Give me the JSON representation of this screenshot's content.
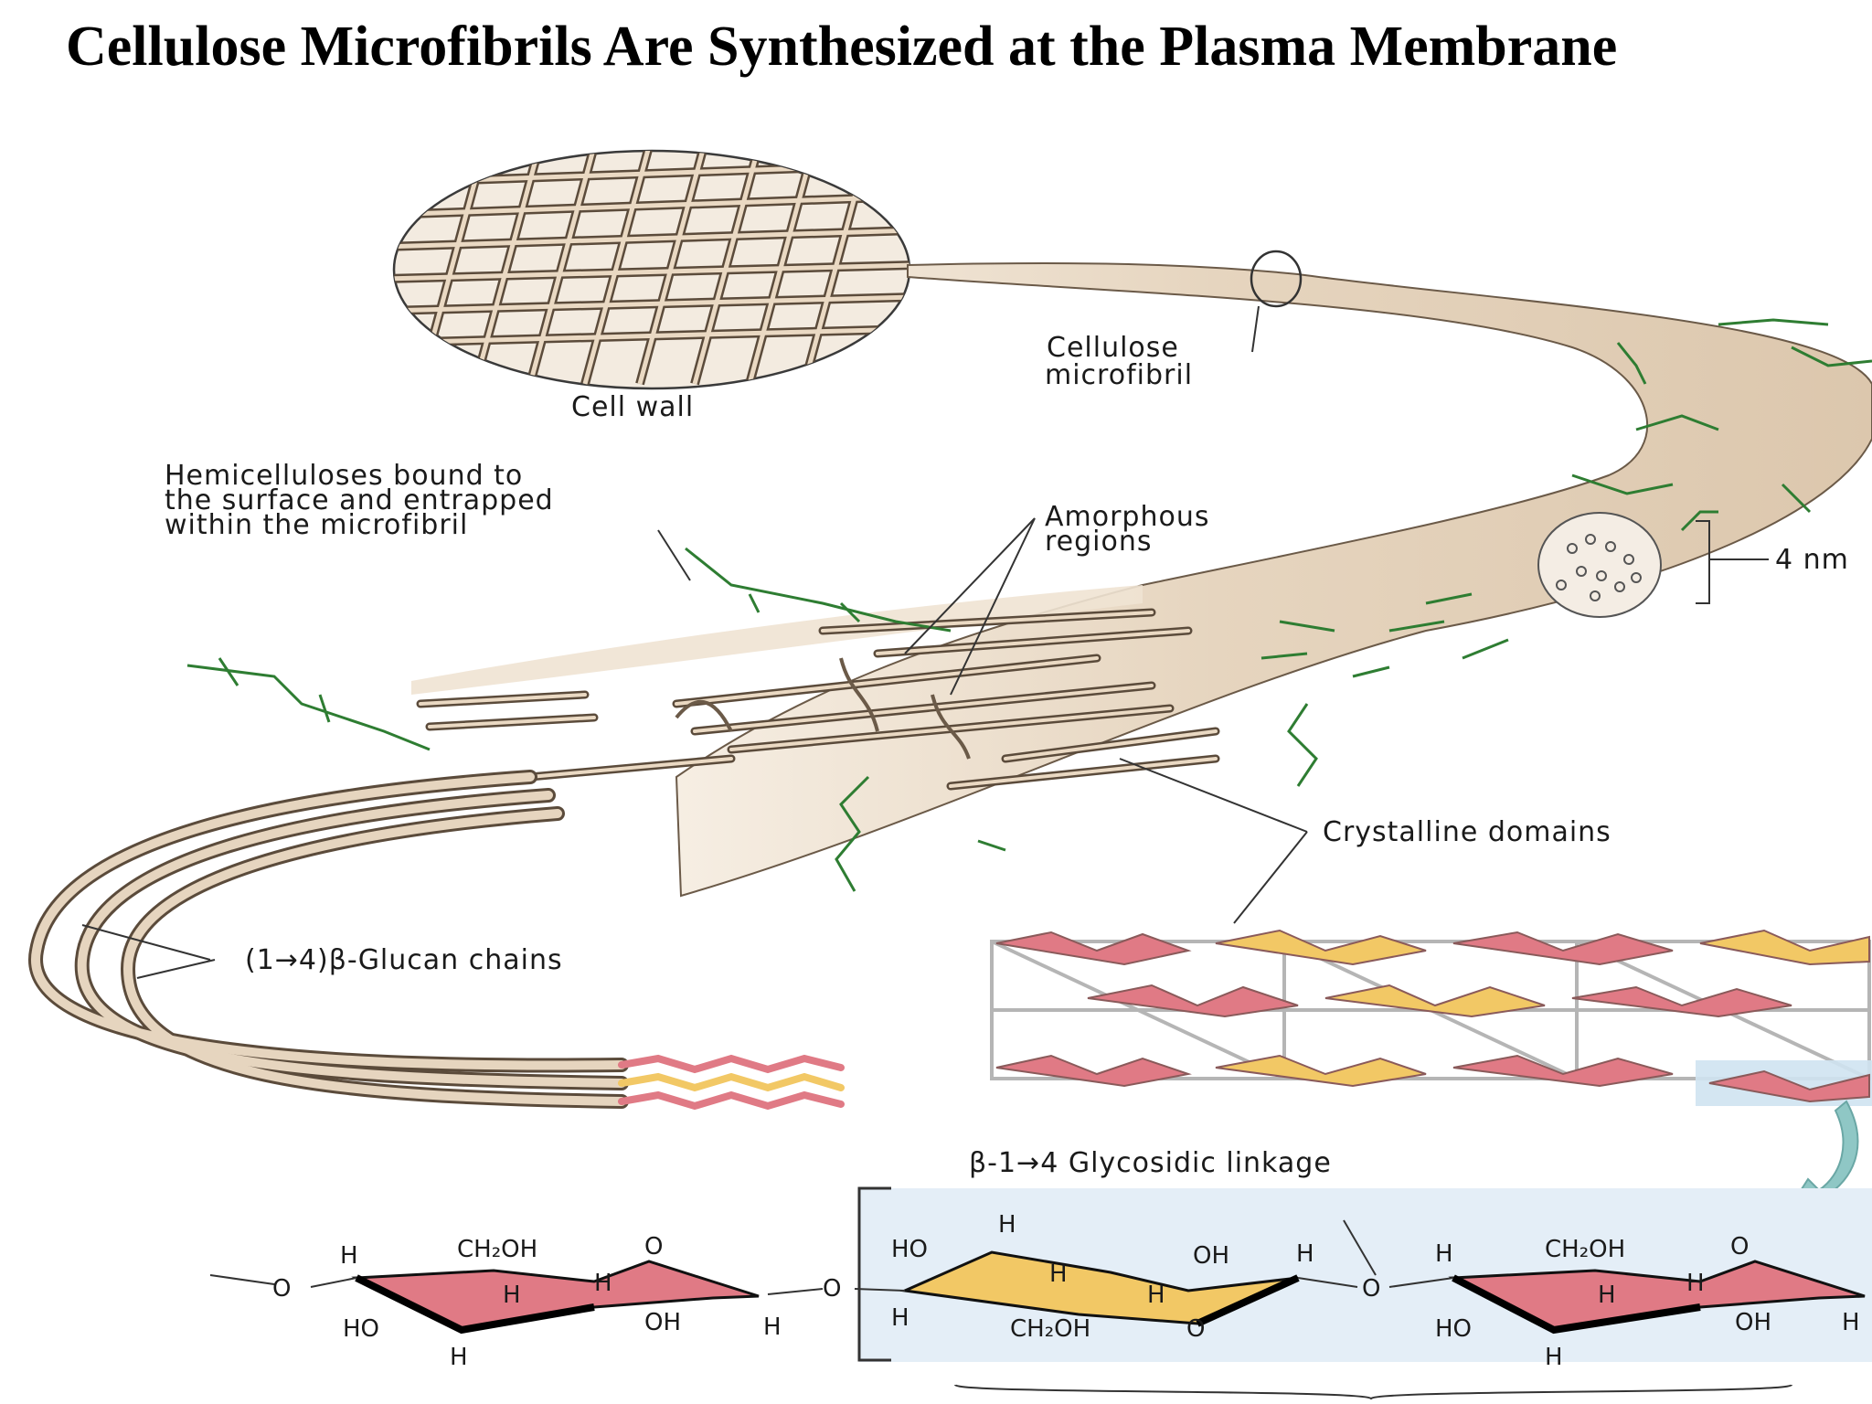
{
  "title": "Cellulose Microfibrils Are Synthesized at the Plasma Membrane",
  "labels": {
    "cell_wall": "Cell wall",
    "microfibril_line1": "Cellulose",
    "microfibril_line2": "microfibril",
    "hemi_line1": "Hemicelluloses bound to",
    "hemi_line2": "the surface and entrapped",
    "hemi_line3": "within the microfibril",
    "amorphous_line1": "Amorphous",
    "amorphous_line2": "regions",
    "diameter": "4 nm",
    "crystalline": "Crystalline domains",
    "glucan": "(1→4)β-Glucan chains",
    "linkage": "β-1→4 Glycosidic linkage"
  },
  "chem": {
    "h": "H",
    "o": "O",
    "oh": "OH",
    "ho": "HO",
    "ch2oh": "CH₂OH"
  },
  "colors": {
    "fibril": "#e6d5bf",
    "fibril_stroke": "#6b5a48",
    "hemicellulose": "#2e7d32",
    "glucose_red": "#e07a85",
    "glucose_yellow": "#f2c865",
    "linkage_box": "#e4eef7",
    "arrow": "#8fc7c5"
  }
}
